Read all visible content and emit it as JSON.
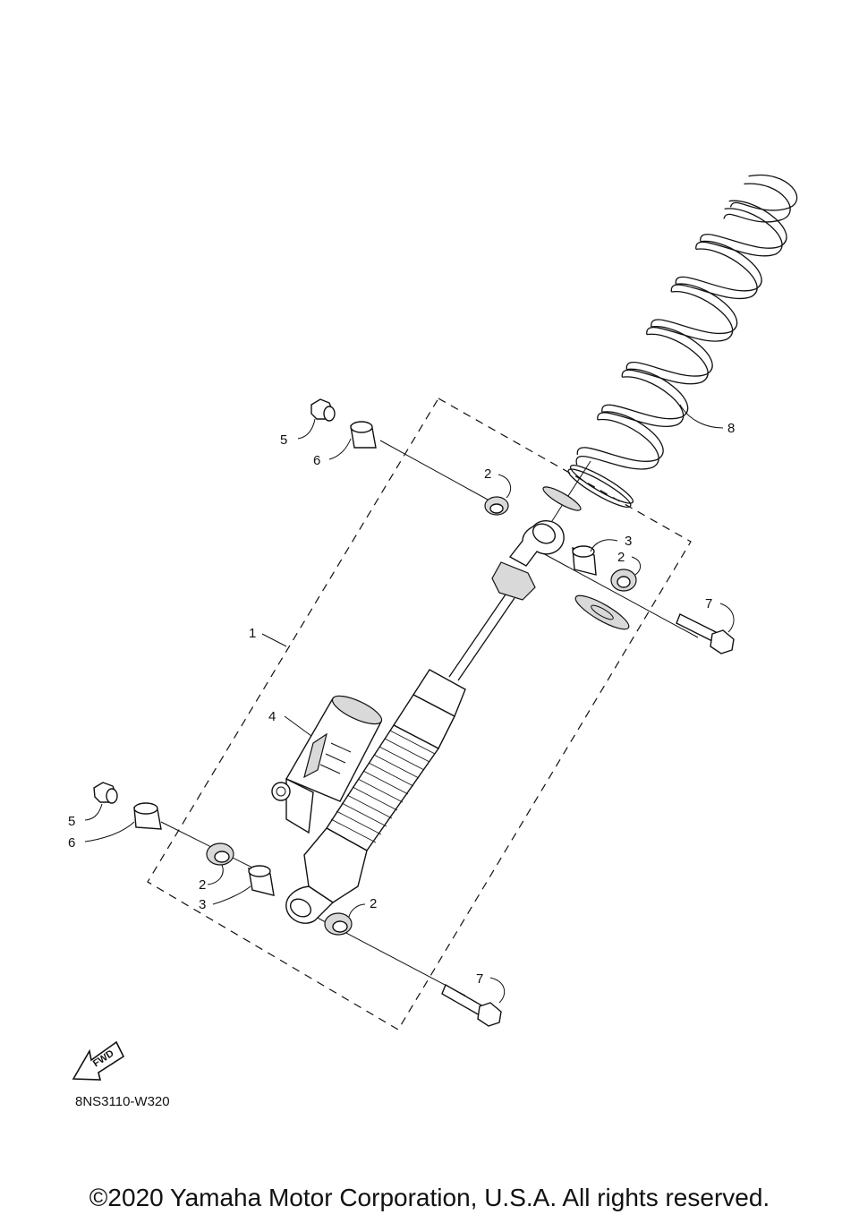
{
  "callouts": {
    "c1": "1",
    "c2a": "2",
    "c2b": "2",
    "c2c": "2",
    "c2d": "2",
    "c3a": "3",
    "c3b": "3",
    "c4": "4",
    "c5a": "5",
    "c5b": "5",
    "c6a": "6",
    "c6b": "6",
    "c7a": "7",
    "c7b": "7",
    "c8": "8"
  },
  "fwd_label": "FWD",
  "doc_code": "8NS3110-W320",
  "copyright": "©2020 Yamaha Motor Corporation, U.S.A. All rights reserved."
}
